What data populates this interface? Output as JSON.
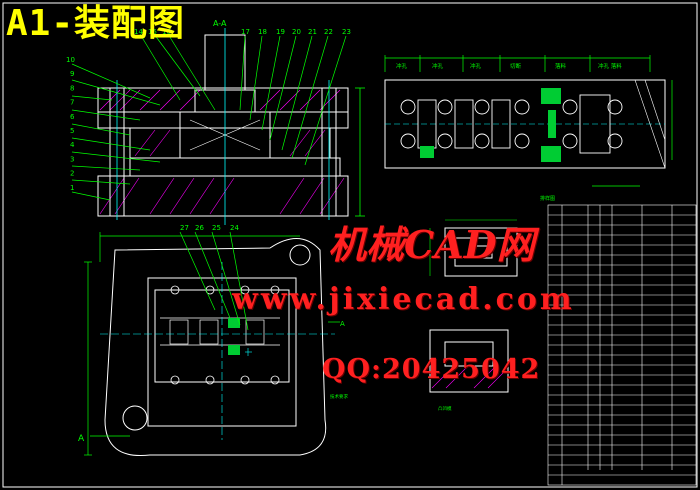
{
  "drawing": {
    "title": "A1-装配图",
    "section_label": "A-A",
    "view_marker": "A",
    "view_marker_right": "A",
    "balloons_top": [
      "14",
      "15",
      "16",
      "17",
      "18",
      "19",
      "20",
      "21",
      "22",
      "23"
    ],
    "balloons_left": [
      "10",
      "9",
      "8",
      "7",
      "6",
      "5",
      "4",
      "3",
      "2",
      "1"
    ],
    "balloons_bottom": [
      "27",
      "26",
      "25",
      "24"
    ],
    "strip_headers": [
      "冲孔",
      "冲孔",
      "冲孔",
      "切断",
      "落料",
      "冲孔 落料"
    ]
  },
  "watermark": {
    "line1": "机械CAD网",
    "line2": "www.jixiecad.com",
    "line3": "QQ:20425042"
  },
  "colors": {
    "outline": "#ffffff",
    "dimension": "#00ff00",
    "accent": "#00ffff",
    "title": "#ffff00",
    "hatch": "#ff00ff",
    "watermark": "#ff2020"
  }
}
